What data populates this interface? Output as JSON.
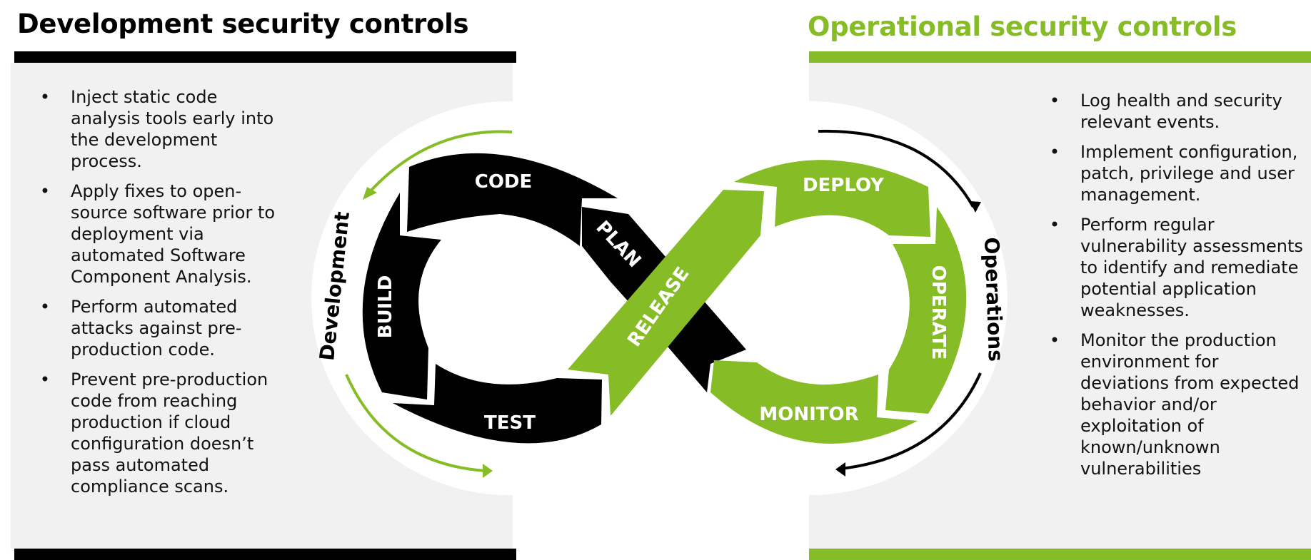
{
  "colors": {
    "accent_green": "#86bc25",
    "dark": "#000000",
    "panel_bg": "#f1f1f1"
  },
  "development": {
    "title": "Development security controls",
    "bullets": [
      "Inject static code analysis tools early into the development process.",
      "Apply fixes to open-source software prior to deployment via automated Software Component Analysis.",
      "Perform automated attacks against pre-production code.",
      "Prevent pre-production code from reaching production if cloud configuration doesn’t pass automated compliance scans."
    ]
  },
  "operations": {
    "title": "Operational security controls",
    "bullets": [
      "Log health and security relevant events.",
      "Implement configuration, patch, privilege and user management.",
      "Perform regular vulnerability assessments to identify and remediate potential application weaknesses.",
      "Monitor the production environment for deviations from expected behavior and/or exploitation of known/unknown vulnerabilities"
    ]
  },
  "diagram": {
    "left_loop_label": "Development",
    "right_loop_label": "Operations",
    "stages": {
      "code": "CODE",
      "build": "BUILD",
      "test": "TEST",
      "plan": "PLAN",
      "release": "RELEASE",
      "deploy": "DEPLOY",
      "operate": "OPERATE",
      "monitor": "MONITOR"
    },
    "bullet_glyph": "•"
  }
}
